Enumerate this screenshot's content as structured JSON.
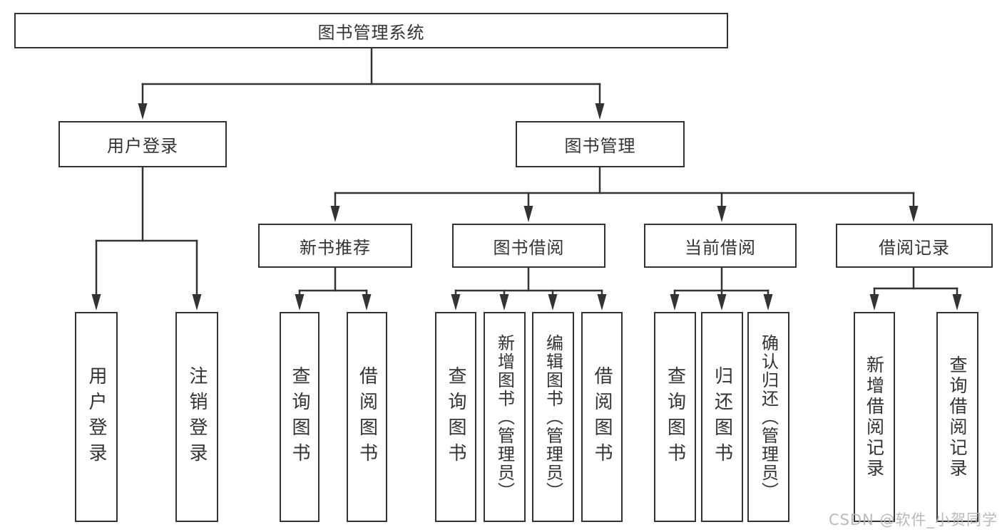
{
  "root": {
    "label": "图书管理系统"
  },
  "level2": {
    "user_login": {
      "label": "用户登录"
    },
    "book_management": {
      "label": "图书管理"
    }
  },
  "level3": {
    "new_book_recommend": {
      "label": "新书推荐"
    },
    "book_borrowing": {
      "label": "图书借阅"
    },
    "current_borrowing": {
      "label": "当前借阅"
    },
    "borrowing_records": {
      "label": "借阅记录"
    }
  },
  "leaves": {
    "user_login": {
      "label": "用户登录"
    },
    "logout": {
      "label": "注销登录"
    },
    "recommend_query_books": {
      "label": "查询图书"
    },
    "recommend_borrow_books": {
      "label": "借阅图书"
    },
    "borrowing_query_books": {
      "label": "查询图书"
    },
    "borrowing_add_books": {
      "label": "新增图书（管理员）"
    },
    "borrowing_edit_books": {
      "label": "编辑图书（管理员）"
    },
    "borrowing_borrow_books": {
      "label": "借阅图书"
    },
    "current_query_books": {
      "label": "查询图书"
    },
    "current_return_books": {
      "label": "归还图书"
    },
    "current_confirm_return": {
      "label": "确认归还（管理员）"
    },
    "records_add_record": {
      "label": "新增借阅记录"
    },
    "records_query_record": {
      "label": "查询借阅记录"
    }
  },
  "watermark": {
    "text": "CSDN @软件_小贺同学"
  },
  "colors": {
    "line": "#333333",
    "text": "#333333",
    "background": "#ffffff",
    "box_fill": "#ffffff",
    "watermark": "#b5b5b5"
  }
}
